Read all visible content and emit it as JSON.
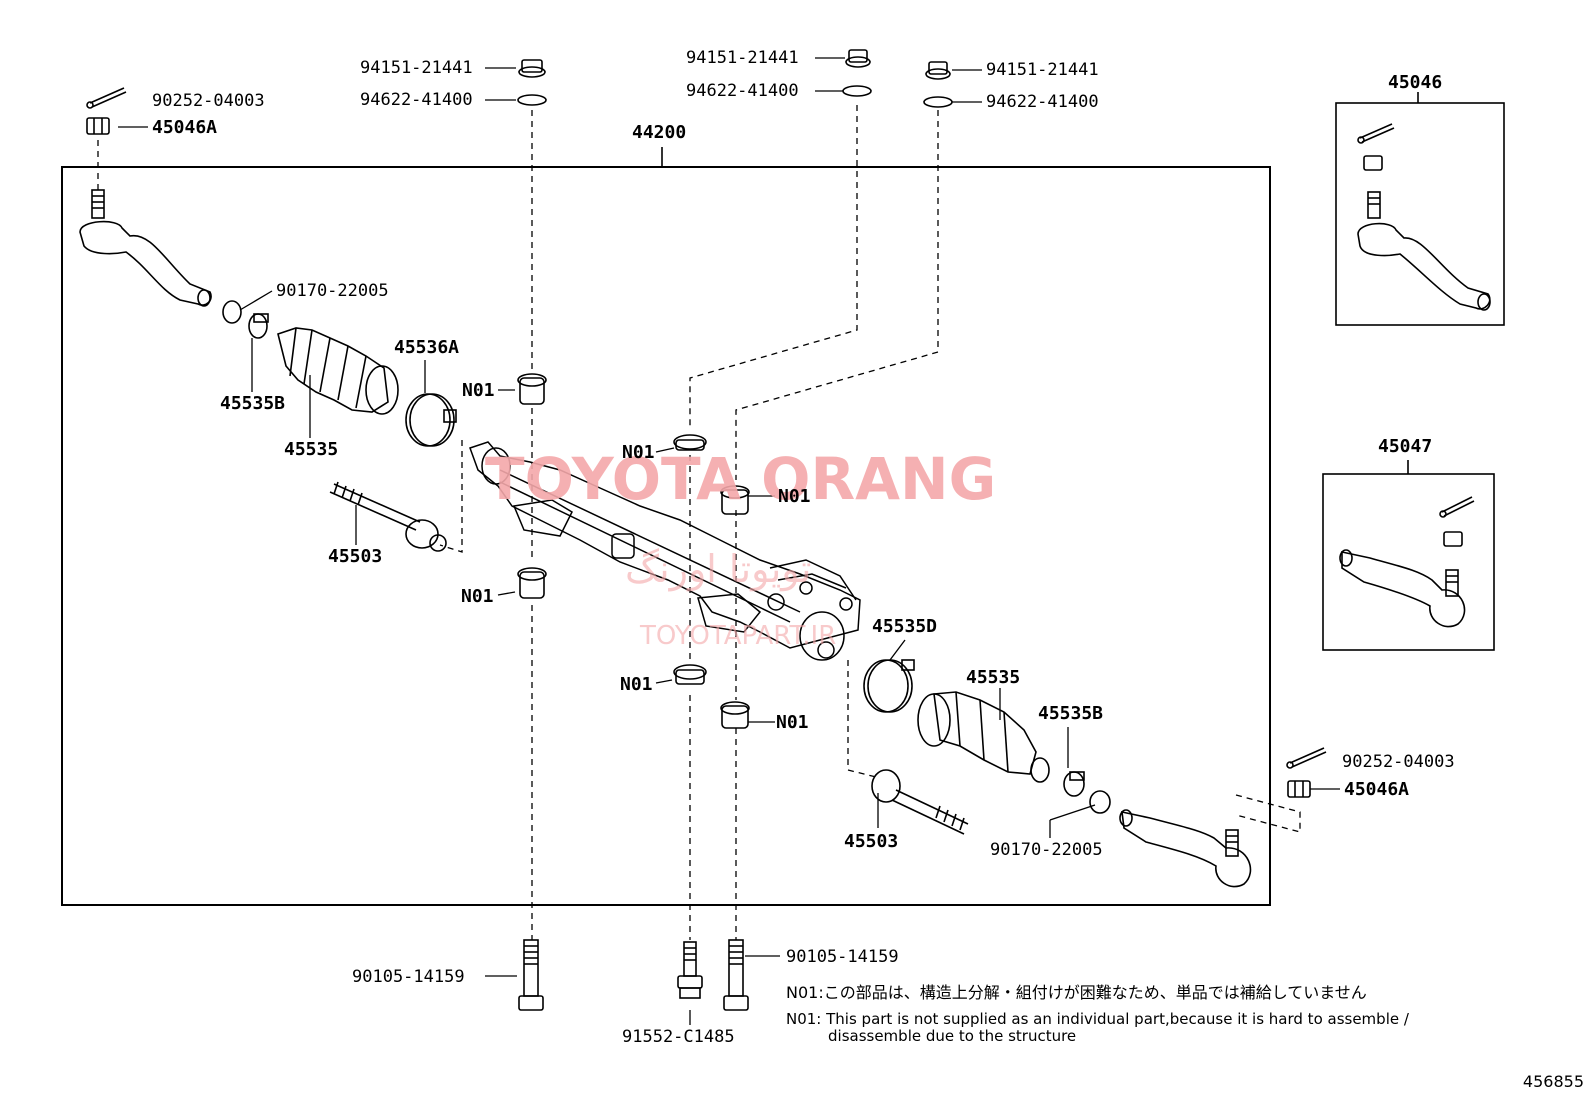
{
  "labels": {
    "l_90252_a": "90252-04003",
    "l_45046a_a": "45046A",
    "l_94151_1": "94151-21441",
    "l_94622_1": "94622-41400",
    "l_94151_2": "94151-21441",
    "l_94622_2": "94622-41400",
    "l_94151_3": "94151-21441",
    "l_94622_3": "94622-41400",
    "l_44200": "44200",
    "l_45046": "45046",
    "l_45047": "45047",
    "l_90170_a": "90170-22005",
    "l_45535b_a": "45535B",
    "l_45535_a": "45535",
    "l_45536a": "45536A",
    "l_45503_a": "45503",
    "l_n01_1": "N01",
    "l_n01_2": "N01",
    "l_n01_3": "N01",
    "l_n01_4": "N01",
    "l_n01_5": "N01",
    "l_n01_6": "N01",
    "l_45535d": "45535D",
    "l_45535_b": "45535",
    "l_45535b_b": "45535B",
    "l_45503_b": "45503",
    "l_90170_b": "90170-22005",
    "l_90252_b": "90252-04003",
    "l_45046a_b": "45046A",
    "l_90105_a": "90105-14159",
    "l_90105_b": "90105-14159",
    "l_91552": "91552-C1485"
  },
  "notes": {
    "jp": "N01:この部品は、構造上分解・組付けが困難なため、単品では補給していません",
    "en1": "N01: This part is not supplied as an individual part,because it is hard to assemble /",
    "en2": "disassemble due to the structure"
  },
  "watermark": {
    "main": "TOYOTA ORANG",
    "fa": "تویوتا اورنگ",
    "url": "TOYOTAPART.IR"
  },
  "figure_number": "456855",
  "colors": {
    "line": "#000000",
    "watermark": "#f4a8aa"
  }
}
